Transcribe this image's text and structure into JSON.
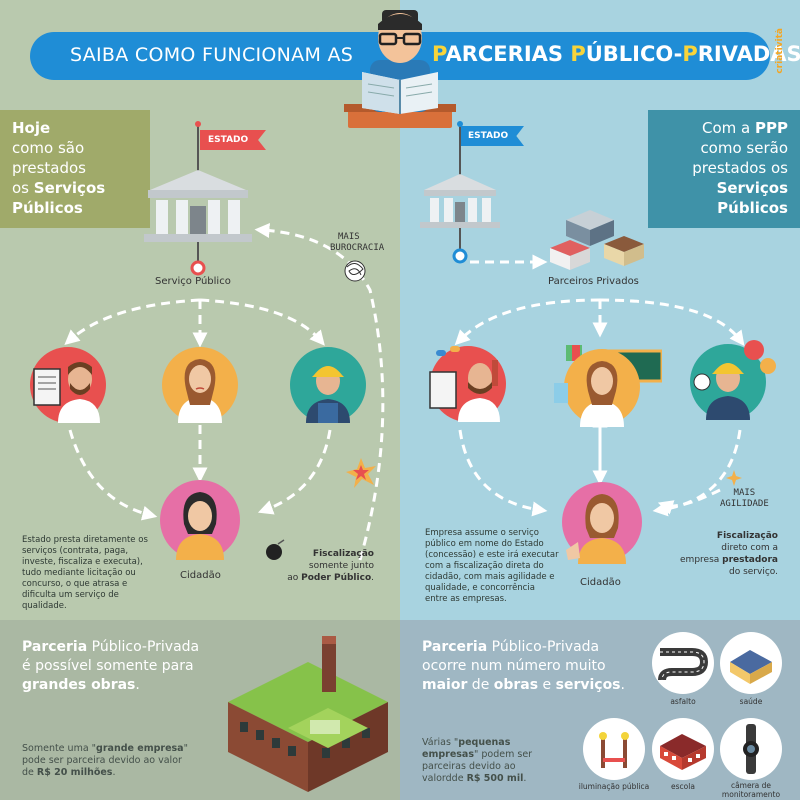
{
  "header": {
    "left_text": "SAIBA COMO FUNCIONAM AS",
    "right_text_p1": "P",
    "right_text_1": "ARCERIAS ",
    "right_text_p2": "P",
    "right_text_2": "ÚBLICO-",
    "right_text_p3": "P",
    "right_text_3": "RIVADAS",
    "brand": "criatività"
  },
  "left": {
    "title": {
      "hoje": "Hoje",
      "line1": "como são",
      "line2": "prestados",
      "line3": "os ",
      "servicos": "Serviços",
      "publicos": "Públicos"
    },
    "flag": "ESTADO",
    "node_label": "Serviço Público",
    "burocracia": {
      "mais": "MAIS",
      "word": "BUROCRACIA"
    },
    "citizen_label": "Cidadão",
    "description": "Estado presta diretamente os serviços (contrata, paga, investe, fiscaliza e executa), tudo mediante licitação ou concurso, o que atrasa e dificulta um serviço de qualidade.",
    "fiscalizacao": {
      "bold": "Fiscalização",
      "line": "somente junto",
      "ao": "ao ",
      "poder": "Poder Público",
      "dot": "."
    }
  },
  "right": {
    "title": {
      "com": "Com a ",
      "ppp": "PPP",
      "line1": "como serão",
      "line2": "prestados os",
      "servicos": "Serviços",
      "publicos": "Públicos"
    },
    "flag": "ESTADO",
    "node_label": "Parceiros Privados",
    "agilidade": {
      "mais": "MAIS",
      "word": "AGILIDADE"
    },
    "citizen_label": "Cidadão",
    "description": "Empresa assume o serviço público em nome do Estado (concessão) e este irá executar com a fiscalização direta do cidadão, com mais agilidade e qualidade, e concorrência entre as empresas.",
    "fiscalizacao": {
      "bold": "Fiscalização",
      "line1": "direto com a",
      "line2a": "empresa ",
      "prestadora": "prestadora",
      "line3": "do serviço."
    }
  },
  "bottom_left": {
    "t1": "Parceria",
    "t2": " Público-Privada",
    "t3": "é possível somente para",
    "t4": "grandes obras",
    "t5": ".",
    "note1": "Somente uma \"",
    "note_bold": "grande empresa",
    "note2": "\"",
    "note3": "pode ser parceira devido ao valor",
    "note4": "de ",
    "note_value": "R$ 20 milhões",
    "note5": "."
  },
  "bottom_right": {
    "t1": "Parceria",
    "t2": " Público-Privada",
    "t3": "ocorre num número muito",
    "t4": "maior",
    "t5": " de ",
    "t6": "obras",
    "t7": " e ",
    "t8": "serviços",
    "t9": ".",
    "note1": "Várias \"",
    "note_bold1": "pequenas",
    "note_bold2": "empresas",
    "note2": "\" podem ser",
    "note3": "parceiras devido ao",
    "note4": "valordde ",
    "note_value": "R$ 500 mil",
    "note5": ".",
    "icons": {
      "asfalto": "asfalto",
      "saude": "saúde",
      "iluminacao": "iluminação pública",
      "escola": "escola",
      "camera": "câmera de monitoramento"
    }
  },
  "colors": {
    "left_bg": "#b9c9ae",
    "right_bg": "#a8d3e0",
    "banner": "#1f8dd6",
    "flag_left": "#e8504f",
    "flag_right": "#1f8dd6",
    "accent_yellow": "#f8d43a"
  }
}
